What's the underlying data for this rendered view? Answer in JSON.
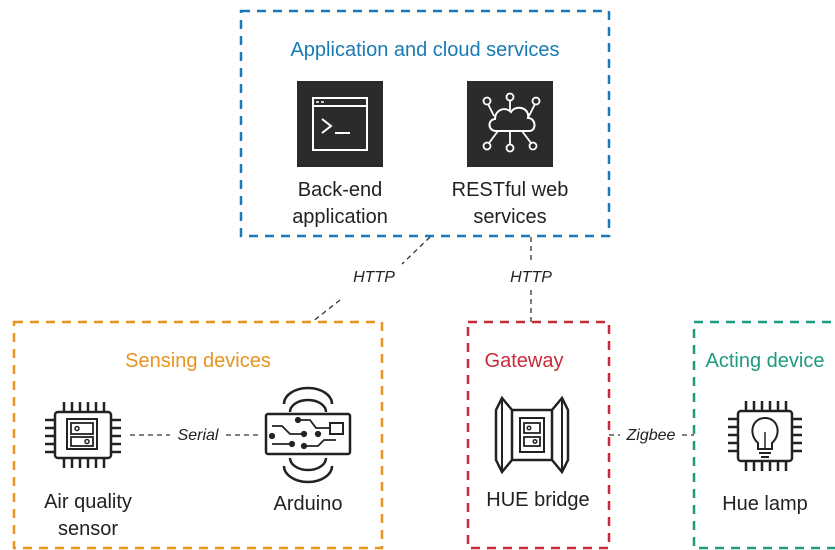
{
  "groups": {
    "cloud": {
      "title": "Application and cloud services",
      "color": "#1a7ab5"
    },
    "sensing": {
      "title": "Sensing devices",
      "color": "#e8941f"
    },
    "gateway": {
      "title": "Gateway",
      "color": "#c92a3a"
    },
    "acting": {
      "title": "Acting device",
      "color": "#1d9a7f"
    }
  },
  "nodes": {
    "backend": {
      "line1": "Back-end",
      "line2": "application",
      "icon": "terminal-icon"
    },
    "rest": {
      "line1": "RESTful web",
      "line2": "services",
      "icon": "cloud-network-icon"
    },
    "air_sensor": {
      "line1": "Air quality",
      "line2": "sensor",
      "icon": "chip-icon"
    },
    "arduino": {
      "line1": "Arduino",
      "icon": "circuit-board-icon"
    },
    "hue_bridge": {
      "line1": "HUE bridge",
      "icon": "bridge-icon"
    },
    "hue_lamp": {
      "line1": "Hue lamp",
      "icon": "lightbulb-chip-icon"
    }
  },
  "connections": {
    "http_sensing": "HTTP",
    "http_gateway": "HTTP",
    "serial": "Serial",
    "zigbee": "Zigbee"
  }
}
